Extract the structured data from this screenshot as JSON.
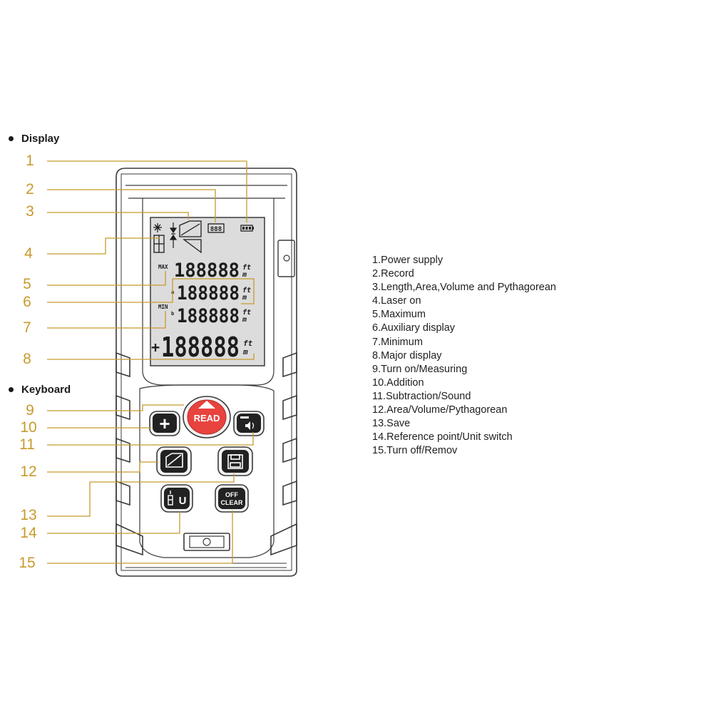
{
  "sections": {
    "display_label": "Display",
    "keyboard_label": "Keyboard"
  },
  "callout_numbers": [
    "1",
    "2",
    "3",
    "4",
    "5",
    "6",
    "7",
    "8",
    "9",
    "10",
    "11",
    "12",
    "13",
    "14",
    "15"
  ],
  "legend": [
    "1.Power supply",
    "2.Record",
    "3.Length,Area,Volume and Pythagorean",
    "4.Laser on",
    "5.Maximum",
    "6.Auxiliary display",
    "7.Minimum",
    "8.Major display",
    "9.Turn on/Measuring",
    "10.Addition",
    "11.Subtraction/Sound",
    "12.Area/Volume/Pythagorean",
    "13.Save",
    "14.Reference point/Unit switch",
    "15.Turn off/Remov"
  ],
  "lcd": {
    "max_label": "MAX",
    "min_label": "MIN",
    "a_label": "a",
    "b_label": "b",
    "plus_sign": "+",
    "digits": "188888",
    "record_digits": "888",
    "unit_ft": "ft",
    "unit_m": "m"
  },
  "buttons": {
    "read_label": "READ",
    "plus_symbol": "+",
    "off_line1": "OFF",
    "off_line2": "CLEAR",
    "unit_letter": "U"
  },
  "colors": {
    "callout_gold": "#c79a2c",
    "read_button_red": "#e8433e",
    "device_outline": "#3a3a3a",
    "lcd_background": "#dcdcdc"
  }
}
